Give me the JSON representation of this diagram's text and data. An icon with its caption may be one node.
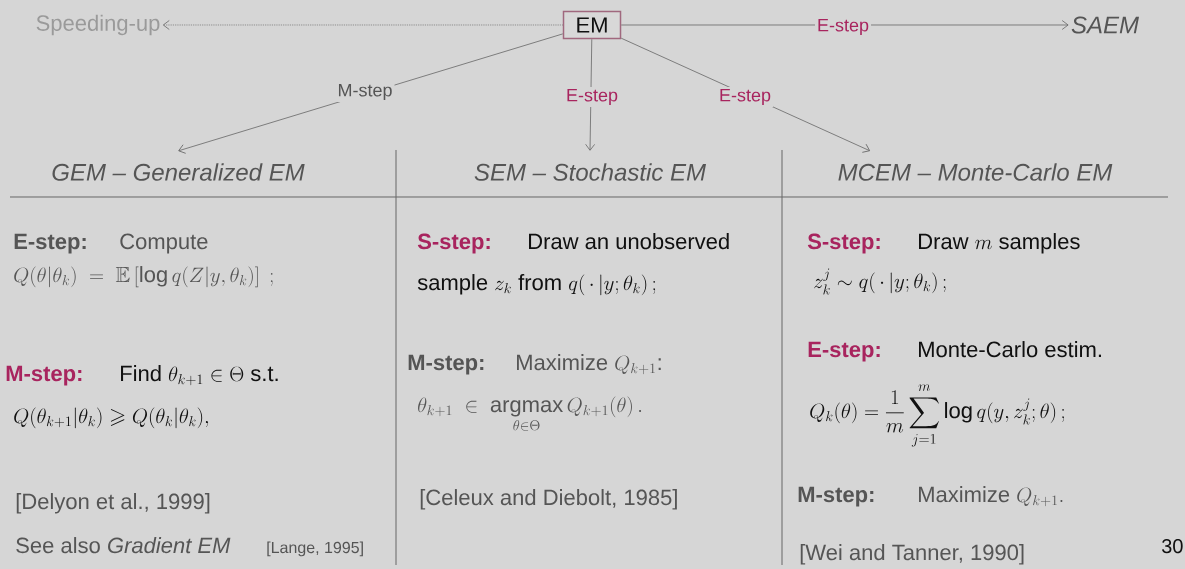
{
  "diagram": {
    "nodes": [
      {
        "text": [
          "EM"
        ]
      },
      {
        "text": [
          "Speeding-up"
        ]
      },
      {
        "text": [
          "SAEM"
        ]
      },
      {
        "text": [
          "GEM – Generalized EM"
        ]
      },
      {
        "text": [
          "SEM – Stochastic EM"
        ]
      },
      {
        "text": [
          "MCEM – Monte-Carlo EM"
        ]
      }
    ],
    "edges": [
      {
        "from": 0,
        "to": 1,
        "arrow": "to",
        "style": "dashed"
      },
      {
        "from": 0,
        "to": 2,
        "arrow": "to",
        "label": "E-step"
      },
      {
        "from": 0,
        "to": 3,
        "arrow": "to",
        "label": "M-step"
      },
      {
        "from": 0,
        "to": 4,
        "arrow": "to",
        "label": "E-step"
      },
      {
        "from": 0,
        "to": 5,
        "arrow": "to",
        "label": "E-step"
      }
    ],
    "labels": [
      "E-step:",
      "Compute",
      "Q(\\theta|\\theta_k) \\;=\\; \\mathbb{E}\\left[\\log q(Z|y,\\theta_k)\\right]\\;;",
      "M-step:",
      "\\text{Find } \\theta_{k+1}\\in\\Theta\\text{ s.t.}",
      "Q(\\theta_{k+1}|\\theta_k) \\geqslant Q(\\theta_k|\\theta_k),",
      "[Delyon et al., 1999]",
      "See also *Gradient EM*",
      "[Lange, 1995]",
      "S-step:",
      "Draw an unobserved",
      "\\text{sample } z_k \\text{ from } q(\\,\\cdot\\,|y;\\theta_k)\\,;",
      "M-step:",
      "\\text{Maximize } Q_{k+1}\\text{:}",
      "\\theta_{k+1} \\;\\in\\; \\operatorname*{argmax}_{\\theta\\in\\Theta} Q_{k+1}(\\theta)\\,.",
      "[Celeux and Diebolt, 1985]",
      "S-step:",
      "\\text{Draw } m \\text{ samples}",
      "z_k^j \\sim q(\\,\\cdot\\,|y;\\theta_k)\\,;",
      "E-step:",
      "Monte-Carlo estim.",
      "Q_k(\\theta) = \\frac{1}{m}\\sum_{j=1}^{m}\\log q(y,z_k^j;\\theta)\\,;",
      "M-step:",
      "\\text{Maximize } Q_{k+1}.",
      "[Wei and Tanner, 1990]",
      "30"
    ]
  }
}
